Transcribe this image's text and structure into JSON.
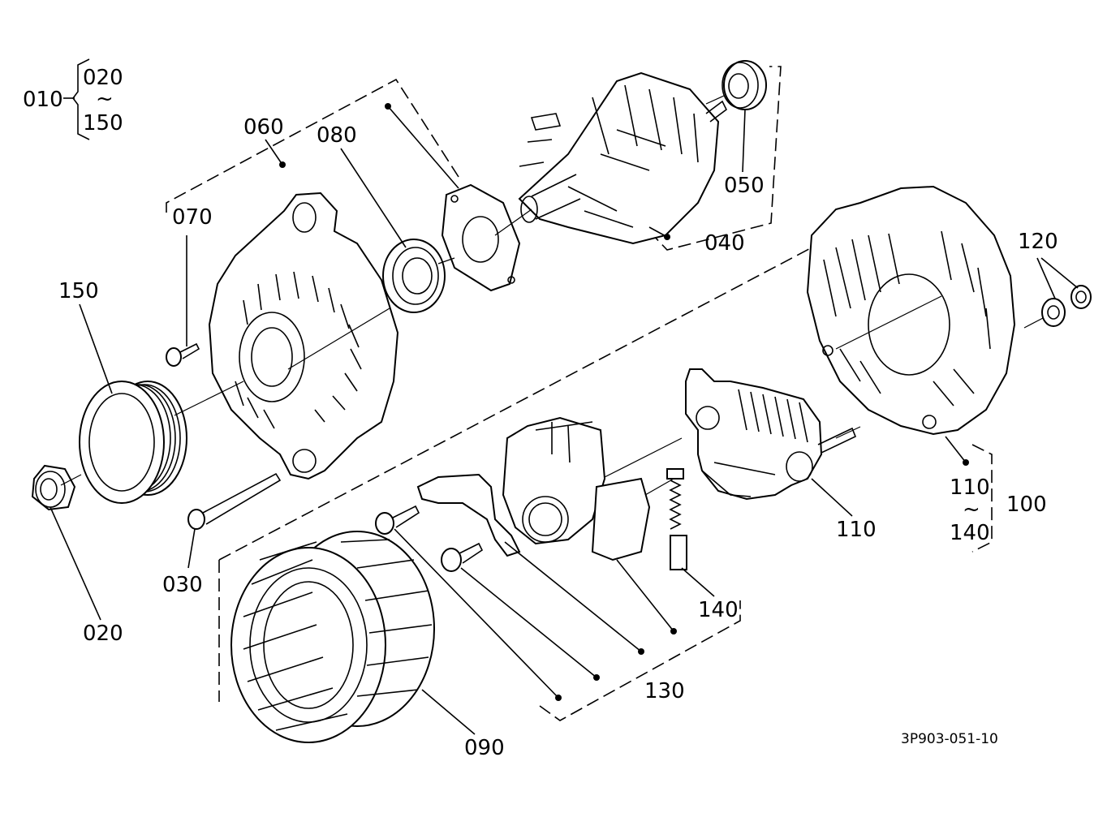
{
  "labels": {
    "p010": "010",
    "p020_a": "020",
    "tilde_a": "~",
    "p150_a": "150",
    "p060": "060",
    "p080": "080",
    "p070": "070",
    "p150": "150",
    "p050": "050",
    "p040": "040",
    "p120": "120",
    "p110_a": "110",
    "tilde_b": "~",
    "p140_a": "140",
    "p100": "100",
    "p110": "110",
    "p140": "140",
    "p030": "030",
    "p020": "020",
    "p130": "130",
    "p090": "090"
  },
  "drawing_code": "3P903-051-10"
}
